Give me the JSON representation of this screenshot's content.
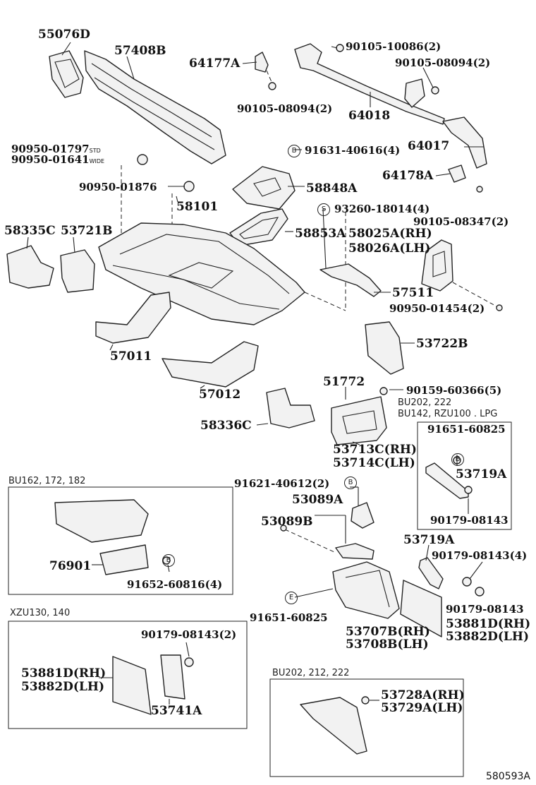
{
  "parts": {
    "p55076D": "55076D",
    "p57408B": "57408B",
    "p64177A": "64177A",
    "p90105_10086": "90105-10086(2)",
    "p90105_08094a": "90105-08094(2)",
    "p90105_08094b": "90105-08094(2)",
    "p64018": "64018",
    "p64017": "64017",
    "p90950_01797": "90950-01797",
    "p90950_01641": "90950-01641",
    "std": "STD",
    "wide": "WIDE",
    "p91631_40616": "91631-40616(4)",
    "p64178A": "64178A",
    "p90950_01876": "90950-01876",
    "p58848A": "58848A",
    "p58101": "58101",
    "p93260_18014": "93260-18014(4)",
    "p90105_08347": "90105-08347(2)",
    "p58335C": "58335C",
    "p53721B": "53721B",
    "p58853A": "58853A",
    "p58025A": "58025A(RH)",
    "p58026A": "58026A(LH)",
    "p57511": "57511",
    "p90950_01454": "90950-01454(2)",
    "p53722B": "53722B",
    "p57011": "57011",
    "p57012": "57012",
    "p51772": "51772",
    "p90159_60366": "90159-60366(5)",
    "p58336C": "58336C",
    "p91651_60825a": "91651-60825",
    "p53713C": "53713C(RH)",
    "p53714C": "53714C(LH)",
    "p53719Aa": "53719A",
    "p91621_40612": "91621-40612(2)",
    "p53089A": "53089A",
    "p53089B": "53089B",
    "p90179_08143a": "90179-08143",
    "p53719Ab": "53719A",
    "p90179_08143b": "90179-08143(4)",
    "p76901": "76901",
    "p91652_60816": "91652-60816(4)",
    "p91651_60825b": "91651-60825",
    "p90179_08143c": "90179-08143",
    "p53707B": "53707B(RH)",
    "p53708B": "53708B(LH)",
    "p53881Da": "53881D(RH)",
    "p53882Da": "53882D(LH)",
    "p90179_08143d": "90179-08143(2)",
    "p53881Db": "53881D(RH)",
    "p53882Db": "53882D(LH)",
    "p53741A": "53741A",
    "p53728A": "53728A(RH)",
    "p53729A": "53729A(LH)"
  },
  "variants": {
    "bu202_222": "BU202, 222",
    "bu142_rzu100": "BU142, RZU100 . LPG",
    "bu162": "BU162, 172, 182",
    "xzu130": "XZU130, 140",
    "bu202_212_222": "BU202, 212, 222"
  },
  "markers": {
    "b": "B",
    "e": "E",
    "s": "S"
  },
  "reference": "580593A"
}
